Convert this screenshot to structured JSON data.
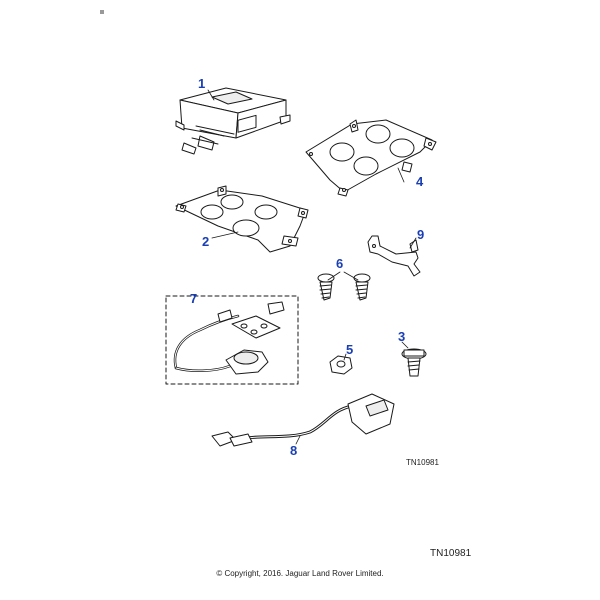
{
  "callouts": {
    "c1": "1",
    "c2": "2",
    "c3": "3",
    "c4": "4",
    "c5": "5",
    "c6": "6",
    "c7": "7",
    "c8": "8",
    "c9": "9"
  },
  "illustration_ref_small": "TN10981",
  "illustration_ref_large": "TN10981",
  "copyright": "© Copyright, 2016. Jaguar Land Rover Limited.",
  "colors": {
    "callout": "#1a3fb3",
    "line": "#1a1a1a",
    "fill": "#ffffff"
  }
}
